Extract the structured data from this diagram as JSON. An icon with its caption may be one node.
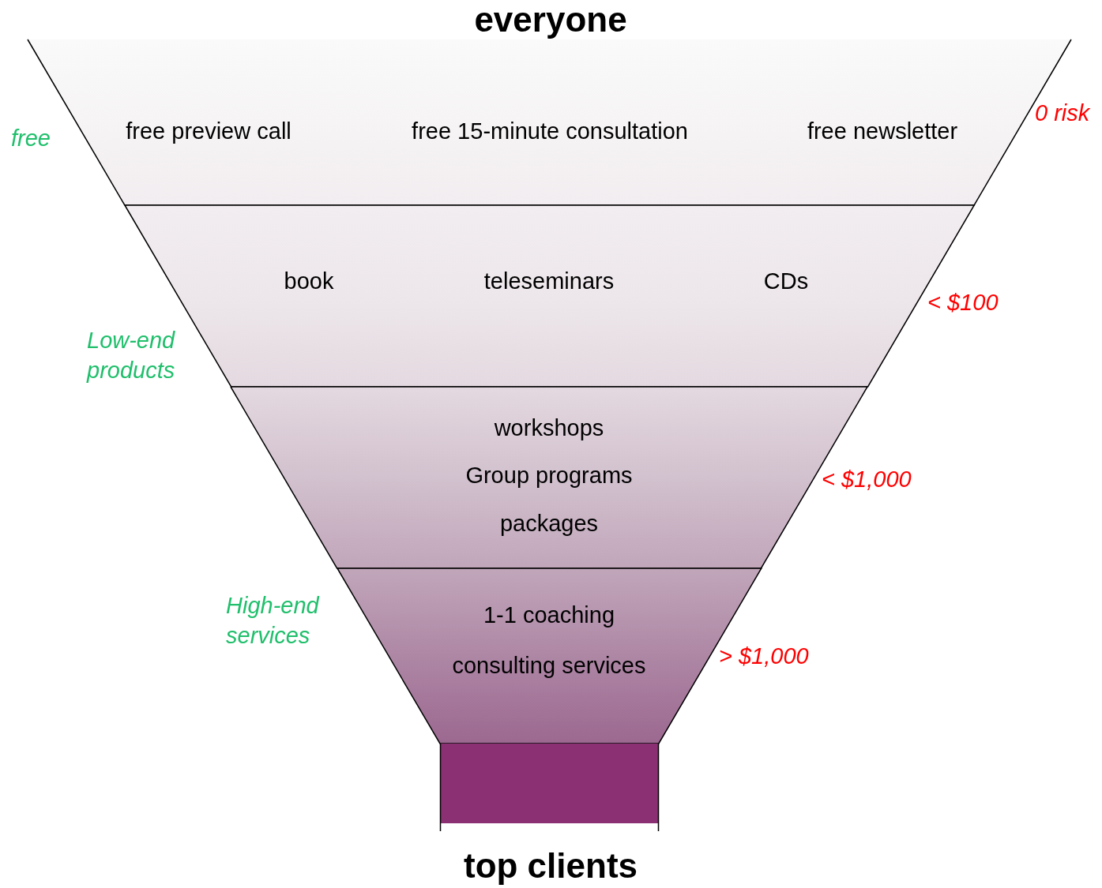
{
  "diagram": {
    "title": "everyone",
    "caption": "top clients",
    "nodes": [
      {
        "text": [
          "free preview call",
          "free 15-minute consultation",
          "free newsletter"
        ],
        "beside": [
          "free",
          "0 risk"
        ]
      },
      {
        "text": [
          "book",
          "teleseminars",
          "CDs"
        ],
        "beside": [
          "Low-end products",
          "< $100"
        ]
      },
      {
        "text": [
          "workshops",
          "Group programs",
          "packages"
        ],
        "beside": [
          "< $1,000"
        ]
      },
      {
        "text": [
          "1-1 coaching",
          "consulting services"
        ],
        "beside": [
          "High-end services",
          "> $1,000"
        ]
      },
      {
        "text": [],
        "shape": "box"
      }
    ]
  }
}
